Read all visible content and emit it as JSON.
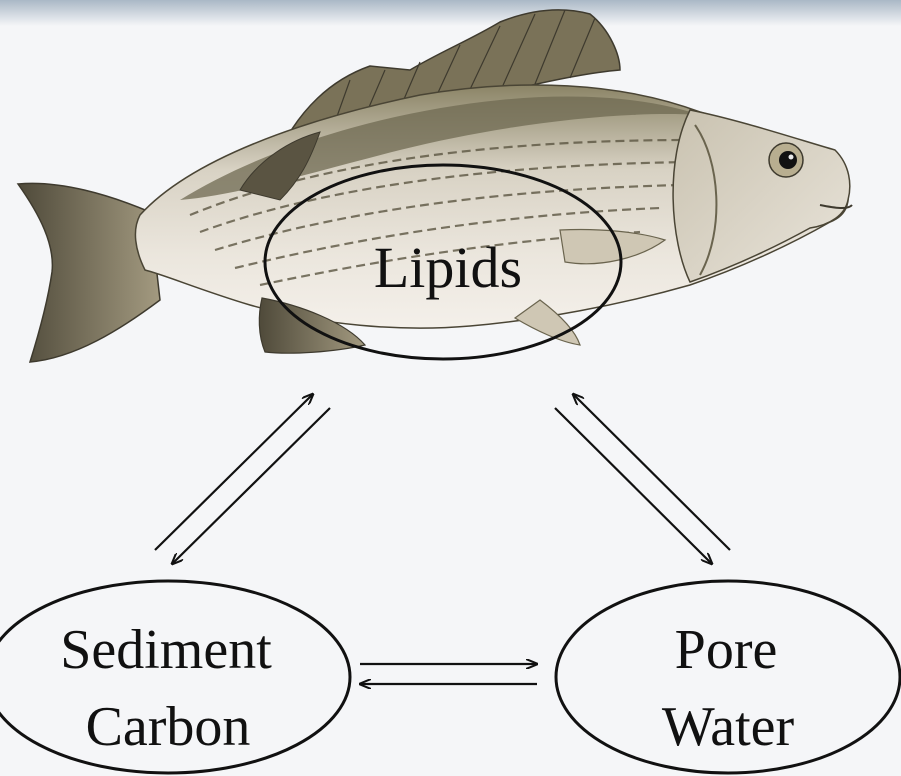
{
  "nodes": {
    "lipids": {
      "label": "Lipids"
    },
    "sediment_carbon": {
      "line1": "Sediment",
      "line2": "Carbon"
    },
    "pore_water": {
      "line1": "Pore",
      "line2": "Water"
    }
  },
  "image": {
    "icon": "fish-icon"
  },
  "colors": {
    "background": "#f5f6f8",
    "outline": "#111111",
    "fish_body": "#dcd6cc",
    "fish_back": "#6f6a52",
    "fish_fin": "#7a7258"
  }
}
